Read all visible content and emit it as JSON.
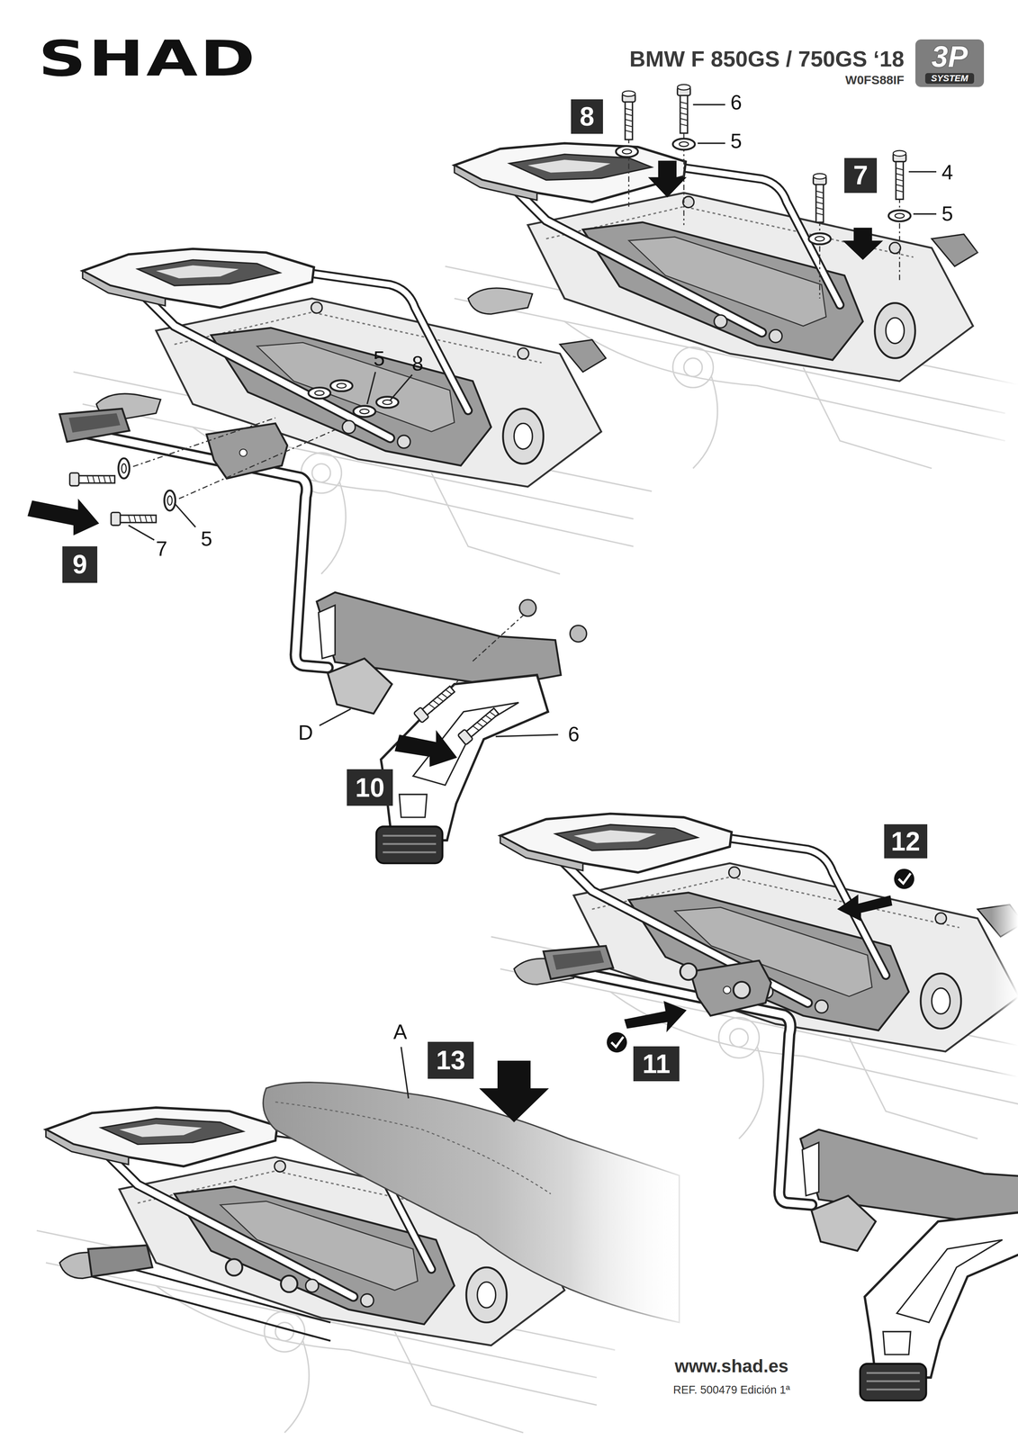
{
  "diagram": {
    "title": "BMW F 850GS / 750GS ‘18",
    "nodes": [
      {
        "text": [
          "3P",
          "SYSTEM"
        ]
      },
      {
        "text": [
          "8"
        ]
      },
      {
        "text": [
          "7"
        ]
      },
      {
        "text": [
          "9"
        ]
      },
      {
        "text": [
          "10"
        ]
      },
      {
        "text": [
          "12"
        ]
      },
      {
        "text": [
          "11"
        ]
      },
      {
        "text": [
          "13"
        ]
      }
    ],
    "labels": [
      "SHAD",
      "W0FS88IF",
      "6",
      "5",
      "4",
      "5",
      "5",
      "8",
      "7",
      "5",
      "D",
      "6",
      "A",
      "www.shad.es",
      "REF. 500479 Edición 1ª"
    ]
  }
}
